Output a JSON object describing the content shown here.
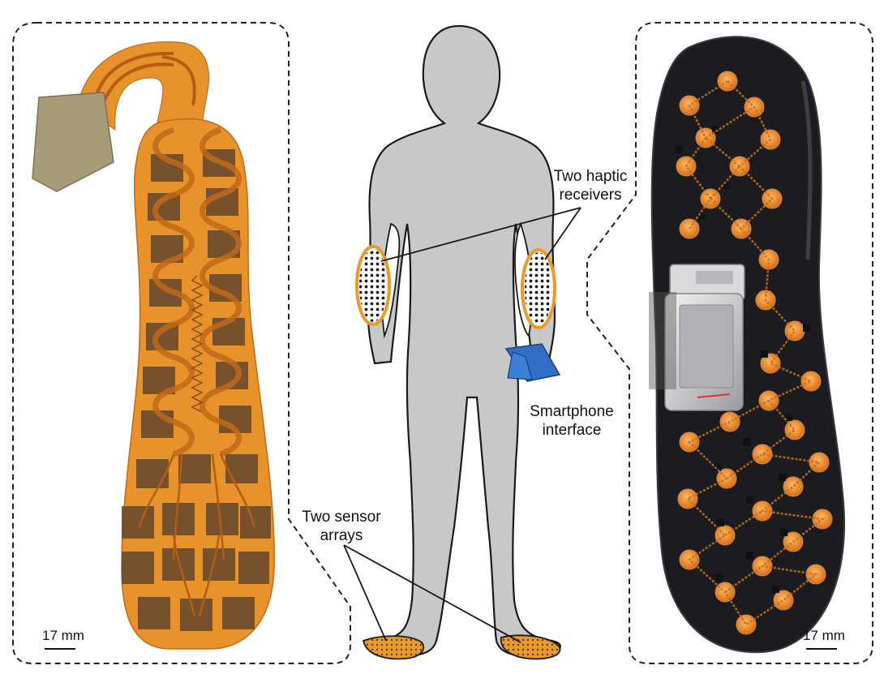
{
  "labels": {
    "haptic_line1": "Two haptic",
    "haptic_line2": "receivers",
    "smartphone_line1": "Smartphone",
    "smartphone_line2": "interface",
    "sensor_line1": "Two sensor",
    "sensor_line2": "arrays"
  },
  "scale_bars": {
    "left": "17 mm",
    "right": "17 mm"
  },
  "colors": {
    "polyimide_orange": "#e7922a",
    "trace_copper": "#c06a1a",
    "pad_dark": "#6b4a2c",
    "body_gray": "#c8c8c8",
    "haptic_dot": "#1a1a1a",
    "haptic_ring": "#e89a2b",
    "smartphone_blue": "#2f6fc7",
    "insole_black": "#1c1c20",
    "led_orange": "#f08a24"
  }
}
